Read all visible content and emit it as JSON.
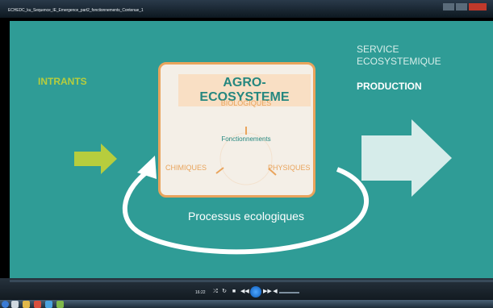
{
  "window": {
    "title": "ECHEDC_ku_Sequence_IE_Emergence_part2_fonctionnements_Contenue_1"
  },
  "slide": {
    "intrants": "INTRANTS",
    "service_line1": "SERVICE",
    "service_line2": "ECOSYSTEMIQUE",
    "production": "PRODUCTION",
    "box_title": "AGRO-ECOSYSTEME",
    "biologiques": "BIOLOGIQUES",
    "fonctionnements": "Fonctionnements",
    "chimiques": "CHIMIQUES",
    "physiques": "PHYSIQUES",
    "processus": "Processus ecologiques"
  },
  "player": {
    "timecode": "16:22"
  },
  "colors": {
    "teal": "#2f9c96",
    "intrants_green": "#b7cd3d",
    "orange": "#e9a45c",
    "box_bg": "#f4efe7",
    "title_teal": "#25877f",
    "service_light": "#d7eeea"
  }
}
